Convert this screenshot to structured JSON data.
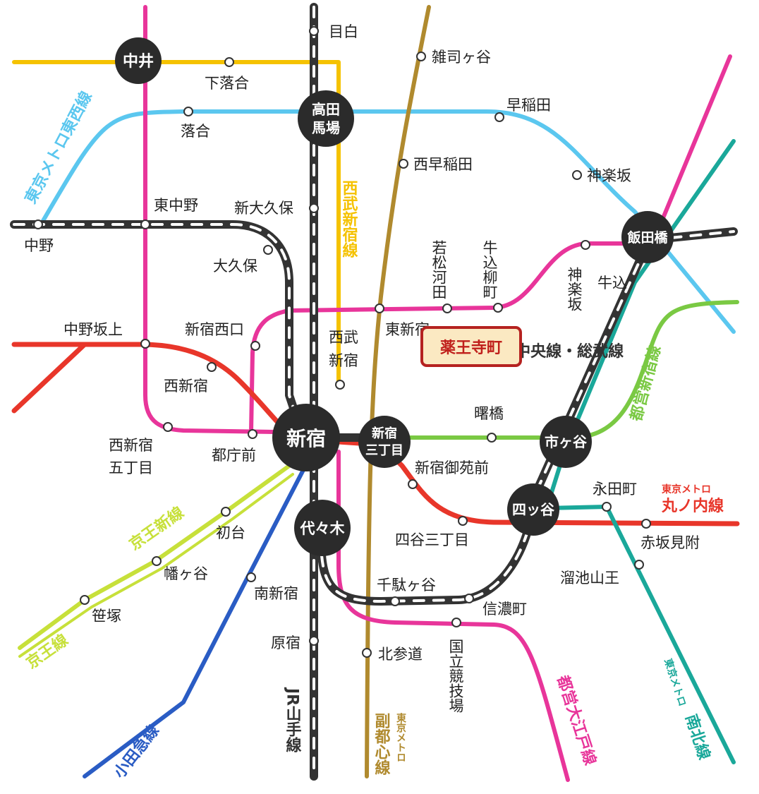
{
  "colors": {
    "chuo": "#333333",
    "yamanote": "#333333",
    "seibu": "#f5c200",
    "fukutoshin": "#b08a2e",
    "tozai": "#5bc7ef",
    "oedo": "#e8359a",
    "marunouchi": "#e8362a",
    "shinjuku_line": "#7ac943",
    "keio": "#c7e03a",
    "odakyu": "#2a5cc4",
    "namboku": "#1aa89a"
  },
  "hubs": {
    "nakai": "中井",
    "takadanobaba_1": "高田",
    "takadanobaba_2": "馬場",
    "iidabashi": "飯田橋",
    "shinjuku": "新宿",
    "shinjuku3_1": "新宿",
    "shinjuku3_2": "三丁目",
    "yoyogi": "代々木",
    "ichigaya": "市ヶ谷",
    "yotsuya": "四ッ谷"
  },
  "stations": {
    "mejiro": "目白",
    "shimoochiai": "下落合",
    "zoshigaya": "雑司ヶ谷",
    "ochiai": "落合",
    "waseda": "早稲田",
    "nishiwaseda": "西早稲田",
    "kagurazaka": "神楽坂",
    "higashinakano": "東中野",
    "shinokubo": "新大久保",
    "nakano": "中野",
    "okubo": "大久保",
    "nakanosakaue": "中野坂上",
    "shinjukunishiguchi": "新宿西口",
    "nishishinjuku": "西新宿",
    "nishishinjuku5_1": "西新宿",
    "nishishinjuku5_2": "五丁目",
    "tochomae": "都庁前",
    "higashishinjuku": "東新宿",
    "akebonobashi": "曙橋",
    "shinjukugyoemmae": "新宿御苑前",
    "hatsudai": "初台",
    "hatagaya": "幡ヶ谷",
    "sasazuka": "笹塚",
    "minamishinjuku": "南新宿",
    "yotsuya3": "四谷三丁目",
    "nagatacho": "永田町",
    "akasakamitsuke": "赤坂見附",
    "tameikesanno": "溜池山王",
    "sendagaya": "千駄ヶ谷",
    "shinanomachi": "信濃町",
    "harajuku": "原宿",
    "kitasando": "北参道",
    "wakamatsukawada": "若松河田",
    "ushigomeyanagicho": "牛込柳町",
    "ushigomekagurazaka_1": "牛込",
    "ushigomekagurazaka_2": "神楽坂",
    "seibushinjuku_1": "西武",
    "seibushinjuku_2": "新宿",
    "kokuritsu": "国立競技場"
  },
  "lines": {
    "tozai": "東京メトロ東西線",
    "seibu": "西武新宿線",
    "chuo": "JR中央線・総武線",
    "shinjuku_line": "都営新宿線",
    "marunouchi_top": "東京メトロ",
    "marunouchi_bottom": "丸ノ内線",
    "keio_new": "京王新線",
    "keio": "京王線",
    "odakyu": "小田急線",
    "yamanote": "JR山手線",
    "fukutoshin_main": "副都心線",
    "fukutoshin_small": "東京メトロ",
    "oedo": "都営大江戸線",
    "namboku_small": "東京メトロ",
    "namboku_main": "南北線"
  },
  "highlight": "薬王寺町"
}
